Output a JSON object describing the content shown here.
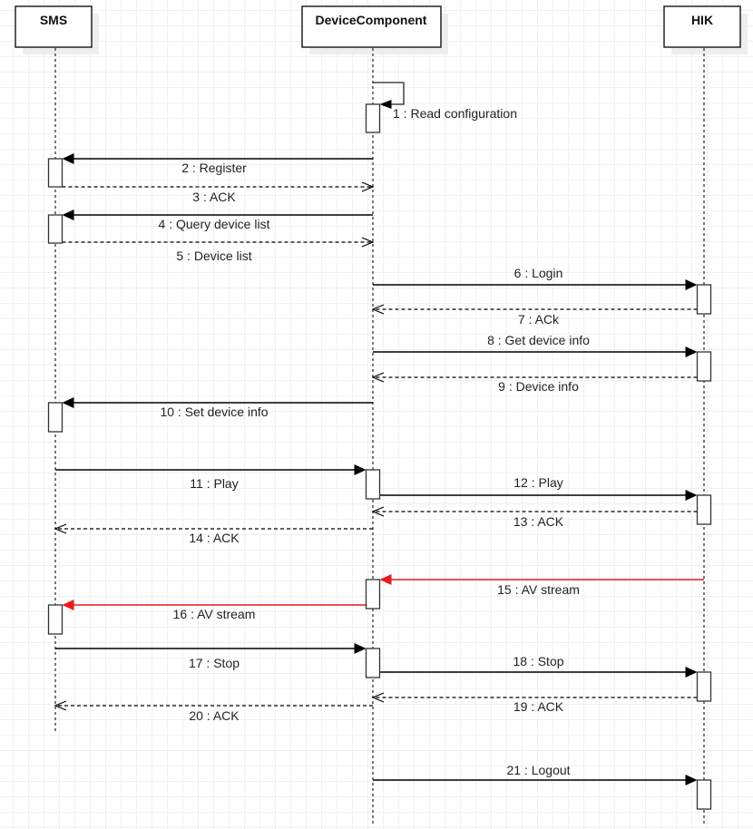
{
  "diagram": {
    "type": "sequence",
    "participants": [
      {
        "id": "sms",
        "name": "SMS"
      },
      {
        "id": "dev",
        "name": "DeviceComponent"
      },
      {
        "id": "hik",
        "name": "HIK"
      }
    ],
    "messages": [
      {
        "n": 1,
        "label": "1 : Read configuration",
        "from": "dev",
        "to": "dev",
        "kind": "sync",
        "color": "#000000"
      },
      {
        "n": 2,
        "label": "2 : Register",
        "from": "dev",
        "to": "sms",
        "kind": "sync",
        "color": "#000000"
      },
      {
        "n": 3,
        "label": "3 : ACK",
        "from": "sms",
        "to": "dev",
        "kind": "reply",
        "color": "#000000"
      },
      {
        "n": 4,
        "label": "4 : Query device list",
        "from": "dev",
        "to": "sms",
        "kind": "sync",
        "color": "#000000"
      },
      {
        "n": 5,
        "label": "5 : Device list",
        "from": "sms",
        "to": "dev",
        "kind": "reply",
        "color": "#000000"
      },
      {
        "n": 6,
        "label": "6 : Login",
        "from": "dev",
        "to": "hik",
        "kind": "sync",
        "color": "#000000"
      },
      {
        "n": 7,
        "label": "7 : ACk",
        "from": "hik",
        "to": "dev",
        "kind": "reply",
        "color": "#000000"
      },
      {
        "n": 8,
        "label": "8 : Get device info",
        "from": "dev",
        "to": "hik",
        "kind": "sync",
        "color": "#000000"
      },
      {
        "n": 9,
        "label": "9 : Device info",
        "from": "hik",
        "to": "dev",
        "kind": "reply",
        "color": "#000000"
      },
      {
        "n": 10,
        "label": "10 : Set device info",
        "from": "dev",
        "to": "sms",
        "kind": "sync",
        "color": "#000000"
      },
      {
        "n": 11,
        "label": "11 : Play",
        "from": "sms",
        "to": "dev",
        "kind": "sync",
        "color": "#000000"
      },
      {
        "n": 12,
        "label": "12 : Play",
        "from": "dev",
        "to": "hik",
        "kind": "sync",
        "color": "#000000"
      },
      {
        "n": 13,
        "label": "13 : ACK",
        "from": "hik",
        "to": "dev",
        "kind": "reply",
        "color": "#000000"
      },
      {
        "n": 14,
        "label": "14 : ACK",
        "from": "dev",
        "to": "sms",
        "kind": "reply",
        "color": "#000000"
      },
      {
        "n": 15,
        "label": "15 : AV stream",
        "from": "hik",
        "to": "dev",
        "kind": "sync",
        "color": "#e8191c"
      },
      {
        "n": 16,
        "label": "16 : AV stream",
        "from": "dev",
        "to": "sms",
        "kind": "sync",
        "color": "#e8191c"
      },
      {
        "n": 17,
        "label": "17 : Stop",
        "from": "sms",
        "to": "dev",
        "kind": "sync",
        "color": "#000000"
      },
      {
        "n": 18,
        "label": "18 : Stop",
        "from": "dev",
        "to": "hik",
        "kind": "sync",
        "color": "#000000"
      },
      {
        "n": 19,
        "label": "19 : ACK",
        "from": "hik",
        "to": "dev",
        "kind": "reply",
        "color": "#000000"
      },
      {
        "n": 20,
        "label": "20 : ACK",
        "from": "dev",
        "to": "sms",
        "kind": "reply",
        "color": "#000000"
      },
      {
        "n": 21,
        "label": "21 : Logout",
        "from": "dev",
        "to": "hik",
        "kind": "sync",
        "color": "#000000"
      }
    ]
  }
}
